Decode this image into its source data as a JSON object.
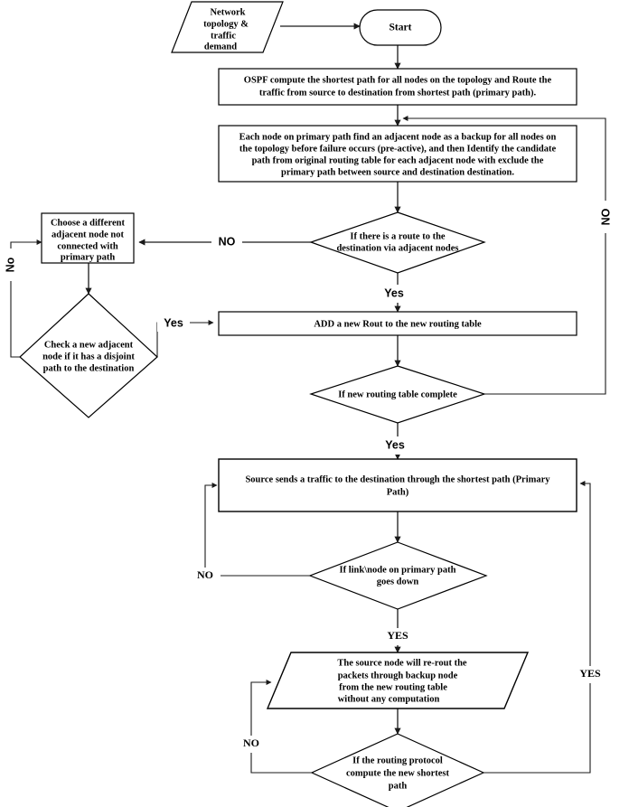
{
  "diagram": {
    "title": "Routing protocol backup-path flowchart",
    "background_color": "#ffffff",
    "line_color": "#1a1a1a",
    "text_color": "#000000"
  },
  "nodes": {
    "input_topology": {
      "shape": "parallelogram",
      "lines": [
        "Network",
        "topology &",
        "traffic",
        "demand"
      ]
    },
    "start": {
      "shape": "terminator",
      "lines": [
        "Start"
      ]
    },
    "ospf_compute": {
      "shape": "process",
      "lines": [
        "OSPF compute the shortest path for all nodes on the topology and Route the",
        "traffic from source to destination from shortest path (primary path)."
      ]
    },
    "find_backup": {
      "shape": "process",
      "lines": [
        "Each node on primary path find  an adjacent node as a backup for all nodes on",
        "the topology before failure occurs (pre-active), and then Identify the candidate",
        "path from original routing table for each adjacent node with exclude the",
        "primary path between source and destination destination."
      ]
    },
    "choose_different": {
      "shape": "process",
      "lines": [
        "Choose a different",
        "adjacent node not",
        "connected with",
        "primary path"
      ]
    },
    "route_exists": {
      "shape": "decision",
      "lines": [
        "If there is a route to the",
        "destination via adjacent nodes"
      ]
    },
    "check_disjoint": {
      "shape": "decision",
      "lines": [
        "Check a new adjacent",
        "node if it has a disjoint",
        "path to the destination"
      ]
    },
    "add_route": {
      "shape": "process",
      "lines": [
        "ADD a new Rout to the new routing table"
      ]
    },
    "table_complete": {
      "shape": "decision",
      "lines": [
        "If new routing table complete"
      ]
    },
    "source_sends": {
      "shape": "process",
      "lines": [
        "Source sends a traffic to the destination through the shortest path (Primary",
        "Path)"
      ]
    },
    "link_down": {
      "shape": "decision",
      "lines": [
        "If link\\node on primary path",
        "goes down"
      ]
    },
    "reroute": {
      "shape": "parallelogram",
      "lines": [
        "The source node will re-rout the",
        "packets through backup node",
        "from the new routing table",
        "without any computation"
      ]
    },
    "recompute": {
      "shape": "decision",
      "lines": [
        "If the routing protocol",
        "compute the new shortest",
        "path"
      ]
    }
  },
  "edge_labels": {
    "no_route_exists": "NO",
    "yes_route_exists": "Yes",
    "no_disjoint": "No",
    "yes_disjoint": "Yes",
    "no_table_complete": "NO",
    "yes_table_complete": "Yes",
    "no_link_down": "NO",
    "yes_link_down": "YES",
    "no_recompute": "NO",
    "yes_recompute": "YES"
  }
}
